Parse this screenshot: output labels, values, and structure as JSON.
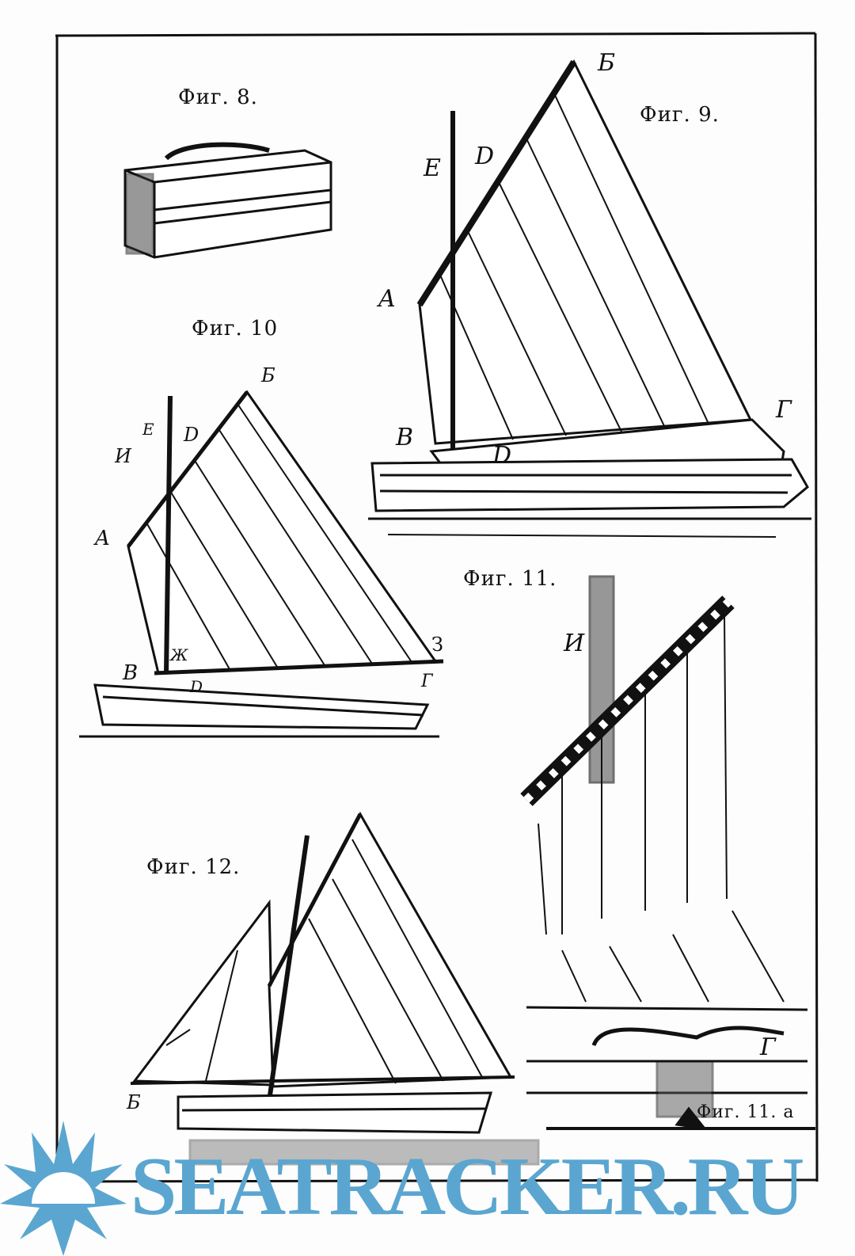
{
  "captions": {
    "fig8": "Фиг. 8.",
    "fig9": "Фиг. 9.",
    "fig10": "Фиг. 10",
    "fig11": "Фиг. 11.",
    "fig11a": "Фиг. 11. а",
    "fig12": "Фиг. 12."
  },
  "fig9_labels": [
    "Б",
    "Е",
    "D",
    "A",
    "B",
    "D",
    "Г"
  ],
  "fig10_labels": [
    "Б",
    "Е",
    "D",
    "И",
    "A",
    "Ж",
    "B",
    "D",
    "З",
    "Г"
  ],
  "fig11_labels": [
    "И"
  ],
  "fig11a_labels": [
    "Г"
  ],
  "fig12_labels": [
    "Б"
  ],
  "watermark": {
    "text": "SEATRACKER.RU",
    "color": "#5aa6d0"
  }
}
